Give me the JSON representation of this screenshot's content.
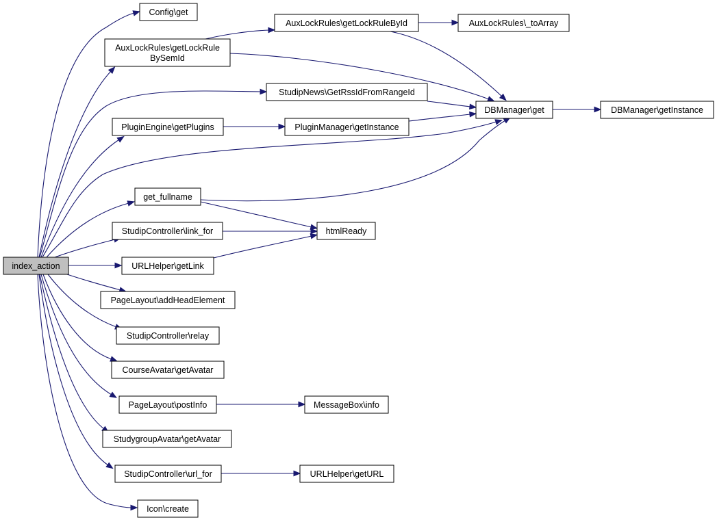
{
  "graph": {
    "nodes": [
      {
        "id": "index_action",
        "label": "index_action",
        "root": true
      },
      {
        "id": "config_get",
        "label": "Config\\get"
      },
      {
        "id": "aux_getbysem",
        "label": "AuxLockRules\\getLockRule\nBySemId"
      },
      {
        "id": "aux_getbyid",
        "label": "AuxLockRules\\getLockRuleById"
      },
      {
        "id": "aux_toarray",
        "label": "AuxLockRules\\_toArray"
      },
      {
        "id": "news_rss",
        "label": "StudipNews\\GetRssIdFromRangeId"
      },
      {
        "id": "db_get",
        "label": "DBManager\\get"
      },
      {
        "id": "db_instance",
        "label": "DBManager\\getInstance"
      },
      {
        "id": "plugin_getplugins",
        "label": "PluginEngine\\getPlugins"
      },
      {
        "id": "pm_instance",
        "label": "PluginManager\\getInstance"
      },
      {
        "id": "get_fullname",
        "label": "get_fullname"
      },
      {
        "id": "link_for",
        "label": "StudipController\\link_for"
      },
      {
        "id": "htmlready",
        "label": "htmlReady"
      },
      {
        "id": "urlhelper_getlink",
        "label": "URLHelper\\getLink"
      },
      {
        "id": "add_head",
        "label": "PageLayout\\addHeadElement"
      },
      {
        "id": "relay",
        "label": "StudipController\\relay"
      },
      {
        "id": "course_avatar",
        "label": "CourseAvatar\\getAvatar"
      },
      {
        "id": "post_info",
        "label": "PageLayout\\postInfo"
      },
      {
        "id": "msgbox_info",
        "label": "MessageBox\\info"
      },
      {
        "id": "studygroup_avatar",
        "label": "StudygroupAvatar\\getAvatar"
      },
      {
        "id": "url_for",
        "label": "StudipController\\url_for"
      },
      {
        "id": "urlhelper_geturl",
        "label": "URLHelper\\getURL"
      },
      {
        "id": "icon_create",
        "label": "Icon\\create"
      }
    ],
    "edges": [
      {
        "from": "index_action",
        "to": "config_get"
      },
      {
        "from": "index_action",
        "to": "aux_getbysem"
      },
      {
        "from": "index_action",
        "to": "news_rss"
      },
      {
        "from": "index_action",
        "to": "plugin_getplugins"
      },
      {
        "from": "index_action",
        "to": "db_get"
      },
      {
        "from": "index_action",
        "to": "get_fullname"
      },
      {
        "from": "index_action",
        "to": "link_for"
      },
      {
        "from": "index_action",
        "to": "urlhelper_getlink"
      },
      {
        "from": "index_action",
        "to": "add_head"
      },
      {
        "from": "index_action",
        "to": "relay"
      },
      {
        "from": "index_action",
        "to": "course_avatar"
      },
      {
        "from": "index_action",
        "to": "post_info"
      },
      {
        "from": "index_action",
        "to": "studygroup_avatar"
      },
      {
        "from": "index_action",
        "to": "url_for"
      },
      {
        "from": "index_action",
        "to": "icon_create"
      },
      {
        "from": "aux_getbysem",
        "to": "aux_getbyid"
      },
      {
        "from": "aux_getbysem",
        "to": "db_get"
      },
      {
        "from": "aux_getbyid",
        "to": "aux_toarray"
      },
      {
        "from": "aux_getbyid",
        "to": "db_get"
      },
      {
        "from": "news_rss",
        "to": "db_get"
      },
      {
        "from": "db_get",
        "to": "db_instance"
      },
      {
        "from": "plugin_getplugins",
        "to": "pm_instance"
      },
      {
        "from": "pm_instance",
        "to": "db_get"
      },
      {
        "from": "get_fullname",
        "to": "db_get"
      },
      {
        "from": "get_fullname",
        "to": "htmlready"
      },
      {
        "from": "link_for",
        "to": "htmlready"
      },
      {
        "from": "urlhelper_getlink",
        "to": "htmlready"
      },
      {
        "from": "post_info",
        "to": "msgbox_info"
      },
      {
        "from": "url_for",
        "to": "urlhelper_geturl"
      }
    ]
  },
  "colors": {
    "edge": "#191970",
    "node_border": "#000000",
    "node_fill": "#ffffff",
    "root_fill": "#bfbfbf"
  }
}
